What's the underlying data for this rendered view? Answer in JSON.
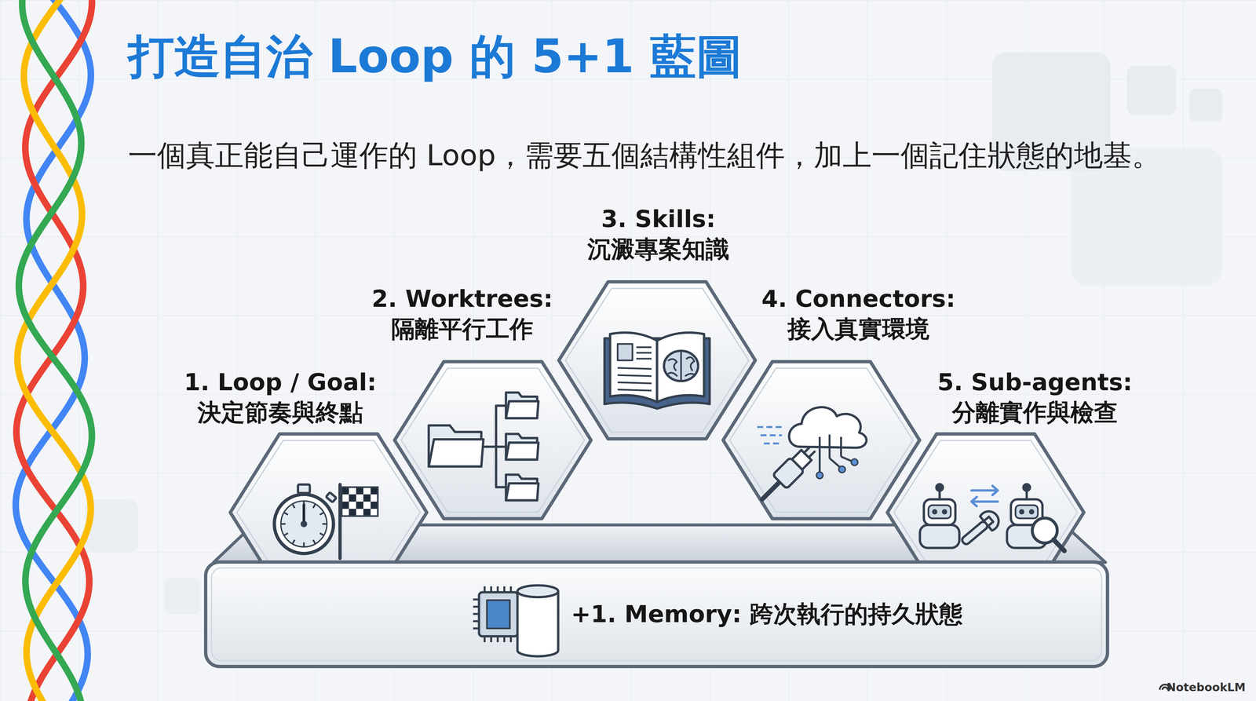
{
  "diagram": {
    "title": "打造自治 Loop 的 5+1 藍圖",
    "nodes": [
      {
        "text": [
          "1. Loop / Goal:",
          "決定節奏與終點"
        ]
      },
      {
        "text": [
          "2. Worktrees:",
          "隔離平行工作"
        ]
      },
      {
        "text": [
          "3. Skills:",
          "沉澱專案知識"
        ]
      },
      {
        "text": [
          "4. Connectors:",
          "接入真實環境"
        ]
      },
      {
        "text": [
          "5. Sub-agents:",
          "分離實作與檢查"
        ]
      },
      {
        "text": [
          "+1. Memory: 跨次執行的持久狀態"
        ]
      }
    ],
    "labels": [
      "一個真正能自己運作的 Loop，需要五個結構性組件，加上一個記住狀態的地基。",
      "NotebookLM"
    ]
  }
}
